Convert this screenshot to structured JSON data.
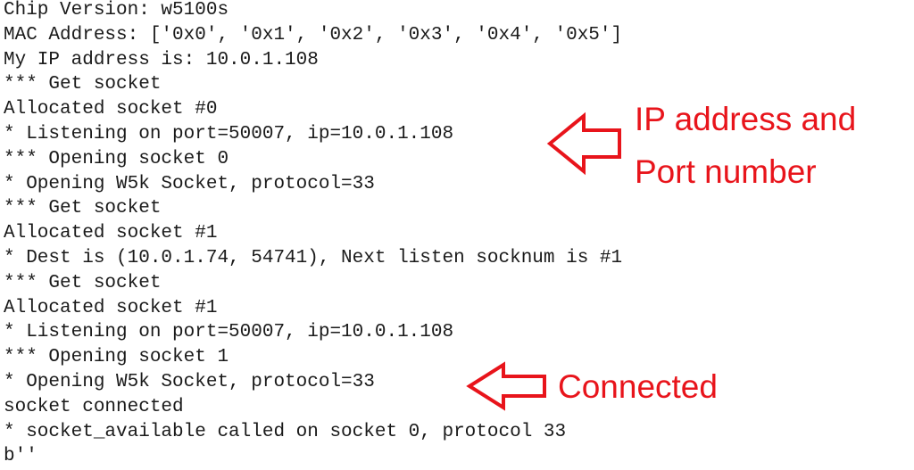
{
  "console": {
    "lines": [
      "Chip Version: w5100s",
      "MAC Address: ['0x0', '0x1', '0x2', '0x3', '0x4', '0x5']",
      "My IP address is: 10.0.1.108",
      "*** Get socket",
      "Allocated socket #0",
      "* Listening on port=50007, ip=10.0.1.108",
      "*** Opening socket 0",
      "* Opening W5k Socket, protocol=33",
      "*** Get socket",
      "Allocated socket #1",
      "* Dest is (10.0.1.74, 54741), Next listen socknum is #1",
      "*** Get socket",
      "Allocated socket #1",
      "* Listening on port=50007, ip=10.0.1.108",
      "*** Opening socket 1",
      "* Opening W5k Socket, protocol=33",
      "socket connected",
      "* socket_available called on socket 0, protocol 33",
      "b''"
    ]
  },
  "annotations": {
    "ip_port_line1": "IP address and",
    "ip_port_line2": "Port number",
    "connected": "Connected",
    "color": "#e8141b"
  }
}
